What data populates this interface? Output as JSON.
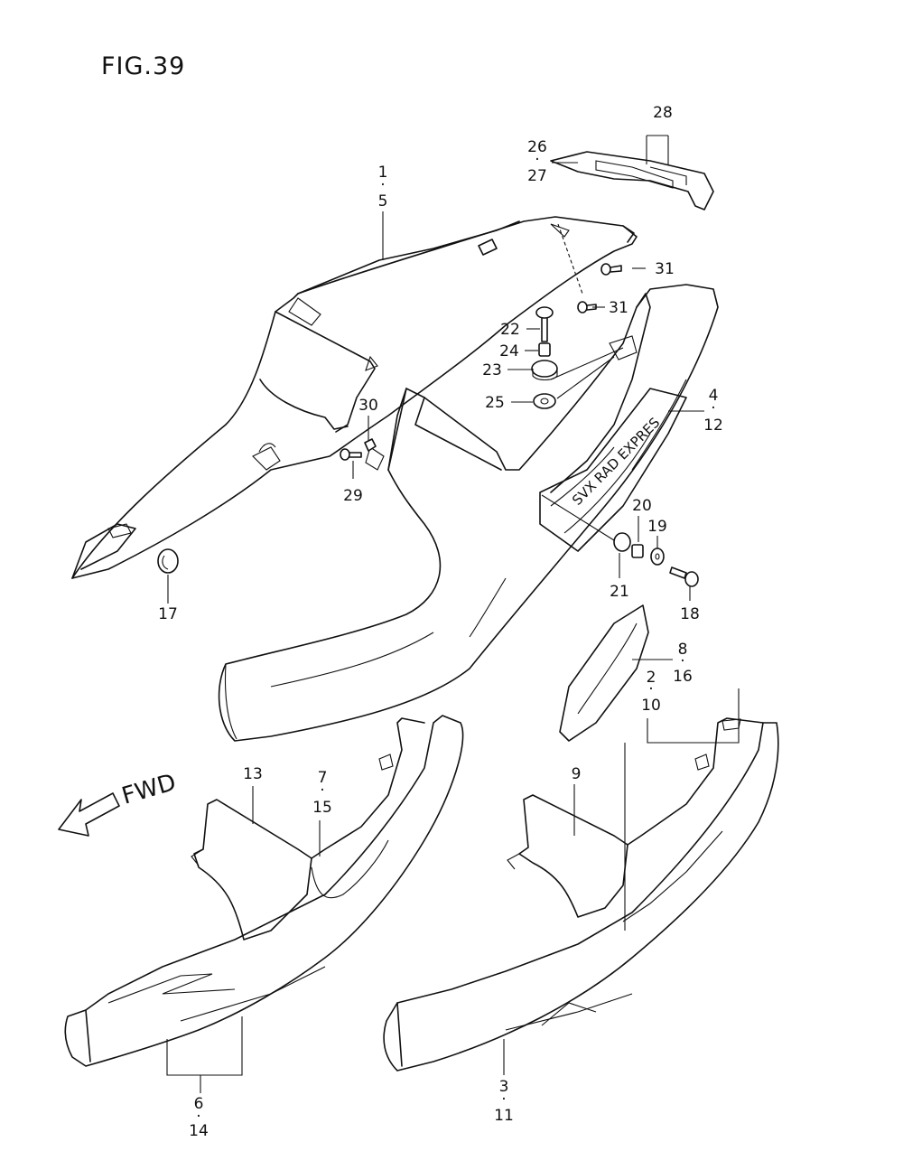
{
  "figure": {
    "title": "FIG.39"
  },
  "direction": {
    "label": "FWD"
  },
  "callouts": [
    {
      "id": "c-1-5",
      "lines": [
        "1",
        "·",
        "5"
      ]
    },
    {
      "id": "c-26-27",
      "lines": [
        "26",
        "·",
        "27"
      ]
    },
    {
      "id": "c-28",
      "lines": [
        "28"
      ]
    },
    {
      "id": "c-31a",
      "lines": [
        "31"
      ]
    },
    {
      "id": "c-31b",
      "lines": [
        "31"
      ]
    },
    {
      "id": "c-22",
      "lines": [
        "22"
      ]
    },
    {
      "id": "c-24",
      "lines": [
        "24"
      ]
    },
    {
      "id": "c-23",
      "lines": [
        "23"
      ]
    },
    {
      "id": "c-25",
      "lines": [
        "25"
      ]
    },
    {
      "id": "c-4-12",
      "lines": [
        "4",
        "·",
        "12"
      ]
    },
    {
      "id": "c-30",
      "lines": [
        "30"
      ]
    },
    {
      "id": "c-29",
      "lines": [
        "29"
      ]
    },
    {
      "id": "c-20",
      "lines": [
        "20"
      ]
    },
    {
      "id": "c-19",
      "lines": [
        "19"
      ]
    },
    {
      "id": "c-21",
      "lines": [
        "21"
      ]
    },
    {
      "id": "c-18",
      "lines": [
        "18"
      ]
    },
    {
      "id": "c-17",
      "lines": [
        "17"
      ]
    },
    {
      "id": "c-8-16",
      "lines": [
        "8",
        "·",
        "16"
      ]
    },
    {
      "id": "c-2-10",
      "lines": [
        "2",
        "·",
        "10"
      ]
    },
    {
      "id": "c-13",
      "lines": [
        "13"
      ]
    },
    {
      "id": "c-7-15",
      "lines": [
        "7",
        "·",
        "15"
      ]
    },
    {
      "id": "c-9",
      "lines": [
        "9"
      ]
    },
    {
      "id": "c-6-14",
      "lines": [
        "6",
        "·",
        "14"
      ]
    },
    {
      "id": "c-3-11",
      "lines": [
        "3",
        "·",
        "11"
      ]
    }
  ]
}
